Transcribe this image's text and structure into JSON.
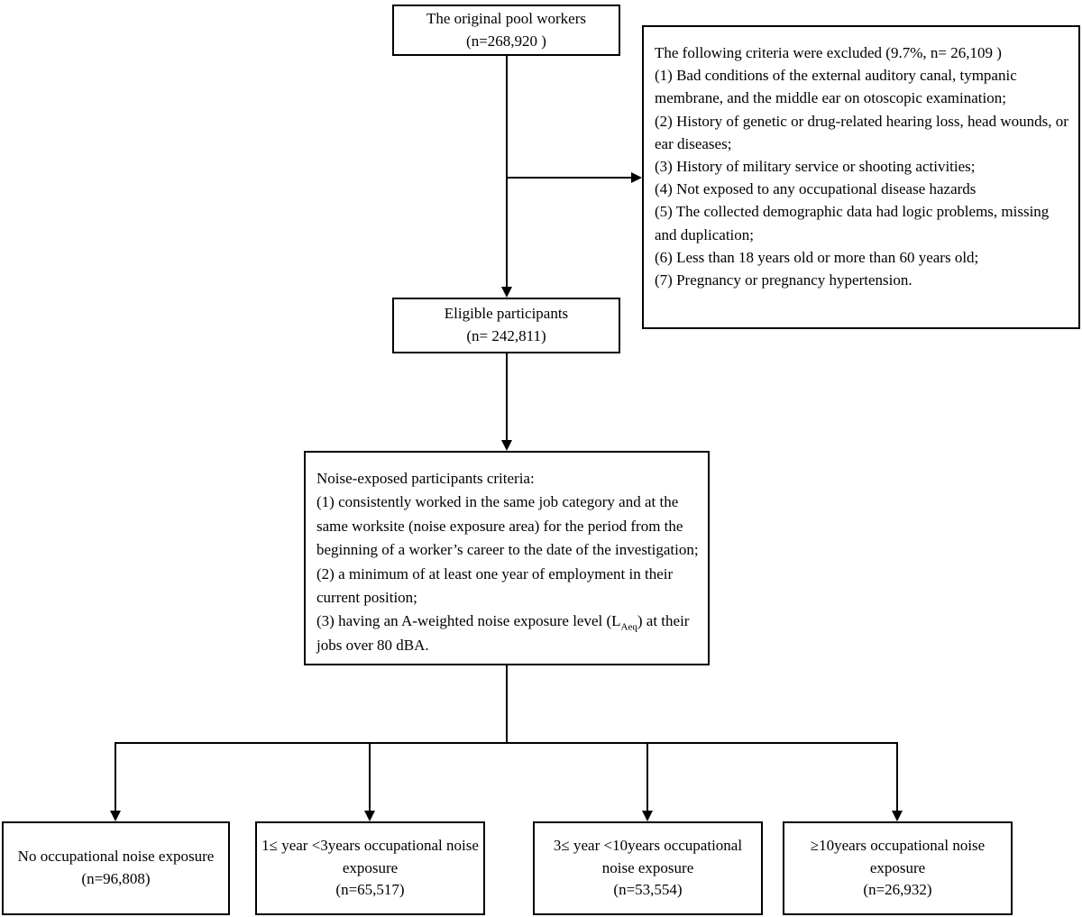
{
  "colors": {
    "background": "#ffffff",
    "line": "#000000",
    "text": "#000000"
  },
  "flowchart": {
    "original_pool": {
      "line1": "The original pool workers",
      "line2": "(n=268,920 )"
    },
    "excluded": {
      "title": "The following criteria were excluded (9.7%, n= 26,109 )",
      "items": [
        "(1) Bad conditions of the external auditory canal, tympanic membrane, and the middle ear on otoscopic examination;",
        "(2) History of genetic or drug-related hearing loss, head wounds, or ear diseases;",
        "(3) History of military service or shooting activities;",
        "(4) Not exposed to any occupational disease hazards",
        "(5) The collected demographic data had logic problems, missing and duplication;",
        "(6) Less than 18 years old or more than 60 years old;",
        "(7) Pregnancy or pregnancy hypertension."
      ]
    },
    "eligible": {
      "line1": "Eligible participants",
      "line2": "(n= 242,811)"
    },
    "criteria": {
      "title": "Noise-exposed participants criteria:",
      "item1": "(1) consistently worked in the same job category and at the same worksite (noise exposure area) for the period from the beginning of a worker’s career to the date of the investigation;",
      "item2": "(2) a minimum of at least one year of employment in their current position;",
      "item3_parts": {
        "prefix": "(3) having an A-weighted noise exposure level (L",
        "sub": "Aeq",
        "suffix": ") at their jobs over 80 dBA."
      }
    },
    "groups": [
      {
        "label": "No occupational noise exposure",
        "n": "(n=96,808)"
      },
      {
        "label": "1≤ year <3years occupational noise exposure",
        "n": "(n=65,517)"
      },
      {
        "label": "3≤ year <10years occupational noise exposure",
        "n": "(n=53,554)"
      },
      {
        "label": "≥10years occupational noise exposure",
        "n": "(n=26,932)"
      }
    ]
  }
}
